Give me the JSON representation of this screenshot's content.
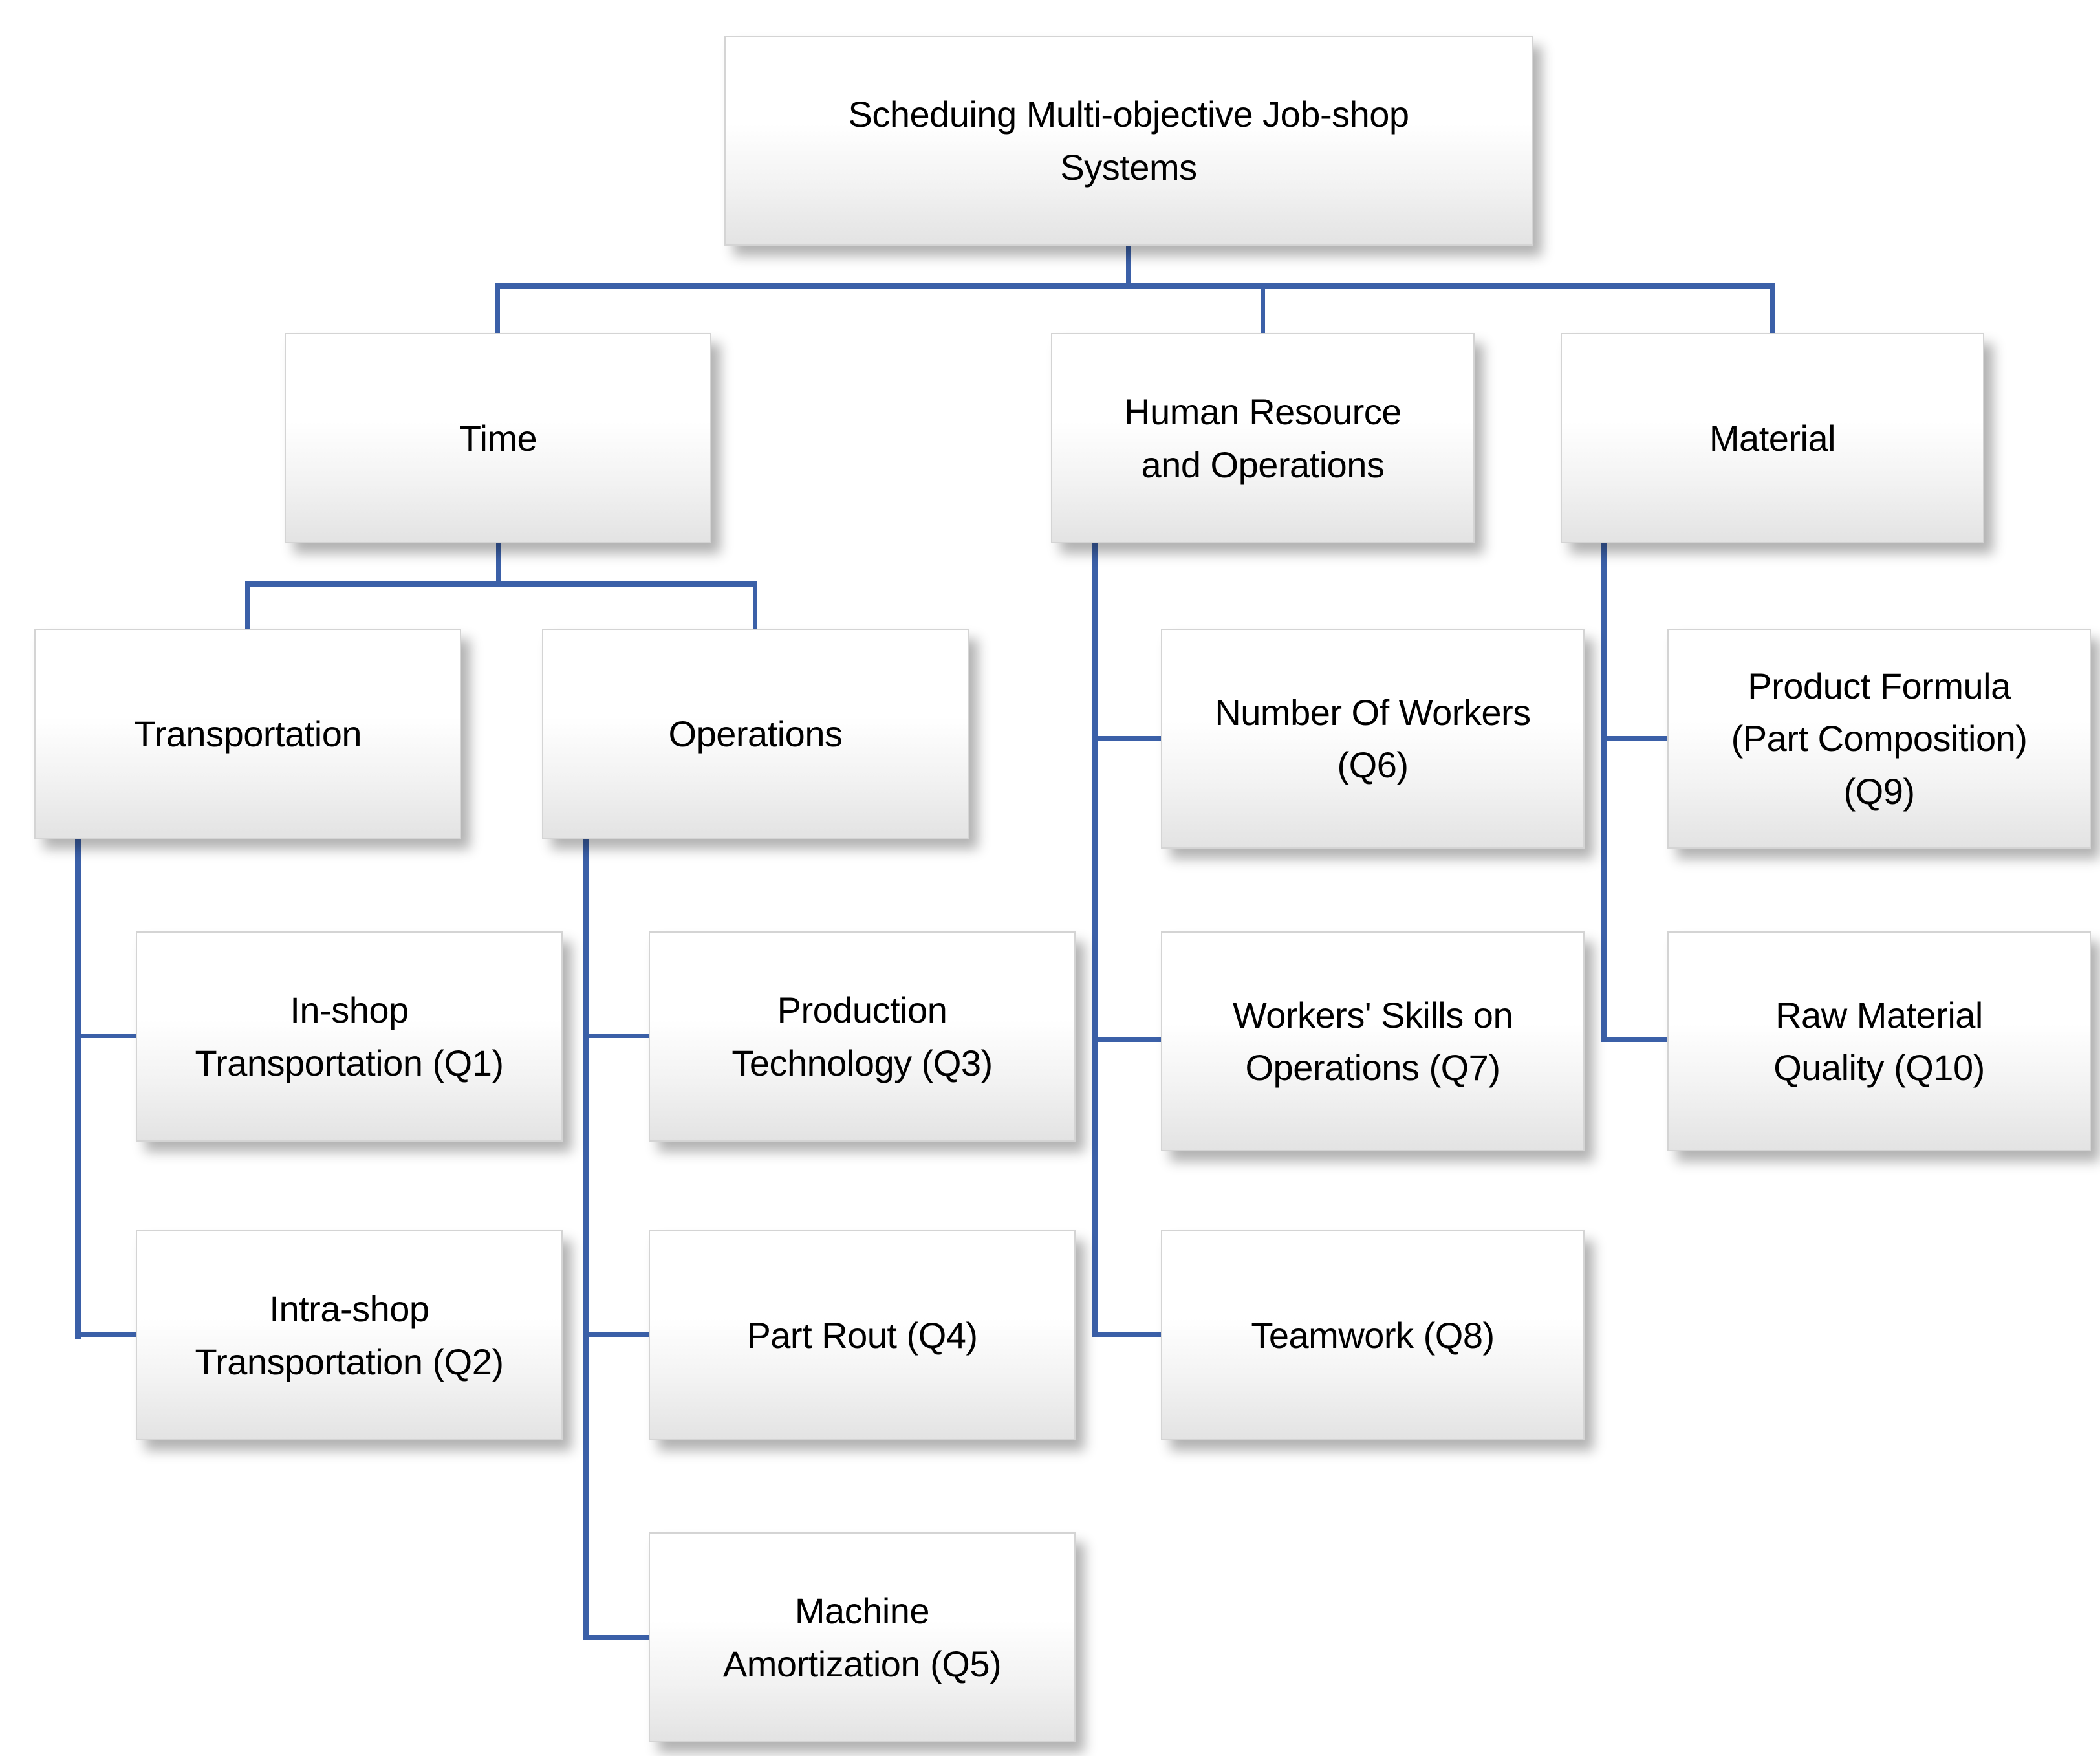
{
  "diagram_title": "Scheduing Multi-objective Job-shop Systems",
  "style": {
    "connector_color": "#3B60A8",
    "box_gradient_top": "#ffffff",
    "box_gradient_mid": "#f2f2f2",
    "box_gradient_bottom": "#e3e3e3",
    "box_border_color": "#d4d4d4",
    "text_color": "#000000",
    "page_bg": "#ffffff"
  },
  "nodes": {
    "root": {
      "label": "Scheduing Multi-objective Job-shop\nSystems"
    },
    "time": {
      "label": "Time"
    },
    "hro": {
      "label": "Human Resource\nand Operations"
    },
    "material": {
      "label": "Material"
    },
    "transportation": {
      "label": "Transportation"
    },
    "operations": {
      "label": "Operations"
    },
    "q1": {
      "label": "In-shop\nTransportation (Q1)"
    },
    "q2": {
      "label": "Intra-shop\nTransportation (Q2)"
    },
    "q3": {
      "label": "Production\nTechnology (Q3)"
    },
    "q4": {
      "label": "Part Rout (Q4)"
    },
    "q5": {
      "label": "Machine\nAmortization (Q5)"
    },
    "q6": {
      "label": "Number Of Workers\n(Q6)"
    },
    "q7": {
      "label": "Workers' Skills on\nOperations (Q7)"
    },
    "q8": {
      "label": "Teamwork (Q8)"
    },
    "q9": {
      "label": "Product Formula\n(Part Composition)\n(Q9)"
    },
    "q10": {
      "label": "Raw Material\nQuality (Q10)"
    }
  },
  "edges": [
    {
      "from": "root",
      "to": "time"
    },
    {
      "from": "root",
      "to": "hro"
    },
    {
      "from": "root",
      "to": "material"
    },
    {
      "from": "time",
      "to": "transportation"
    },
    {
      "from": "time",
      "to": "operations"
    },
    {
      "from": "transportation",
      "to": "q1"
    },
    {
      "from": "transportation",
      "to": "q2"
    },
    {
      "from": "operations",
      "to": "q3"
    },
    {
      "from": "operations",
      "to": "q4"
    },
    {
      "from": "operations",
      "to": "q5"
    },
    {
      "from": "hro",
      "to": "q6"
    },
    {
      "from": "hro",
      "to": "q7"
    },
    {
      "from": "hro",
      "to": "q8"
    },
    {
      "from": "material",
      "to": "q9"
    },
    {
      "from": "material",
      "to": "q10"
    }
  ]
}
